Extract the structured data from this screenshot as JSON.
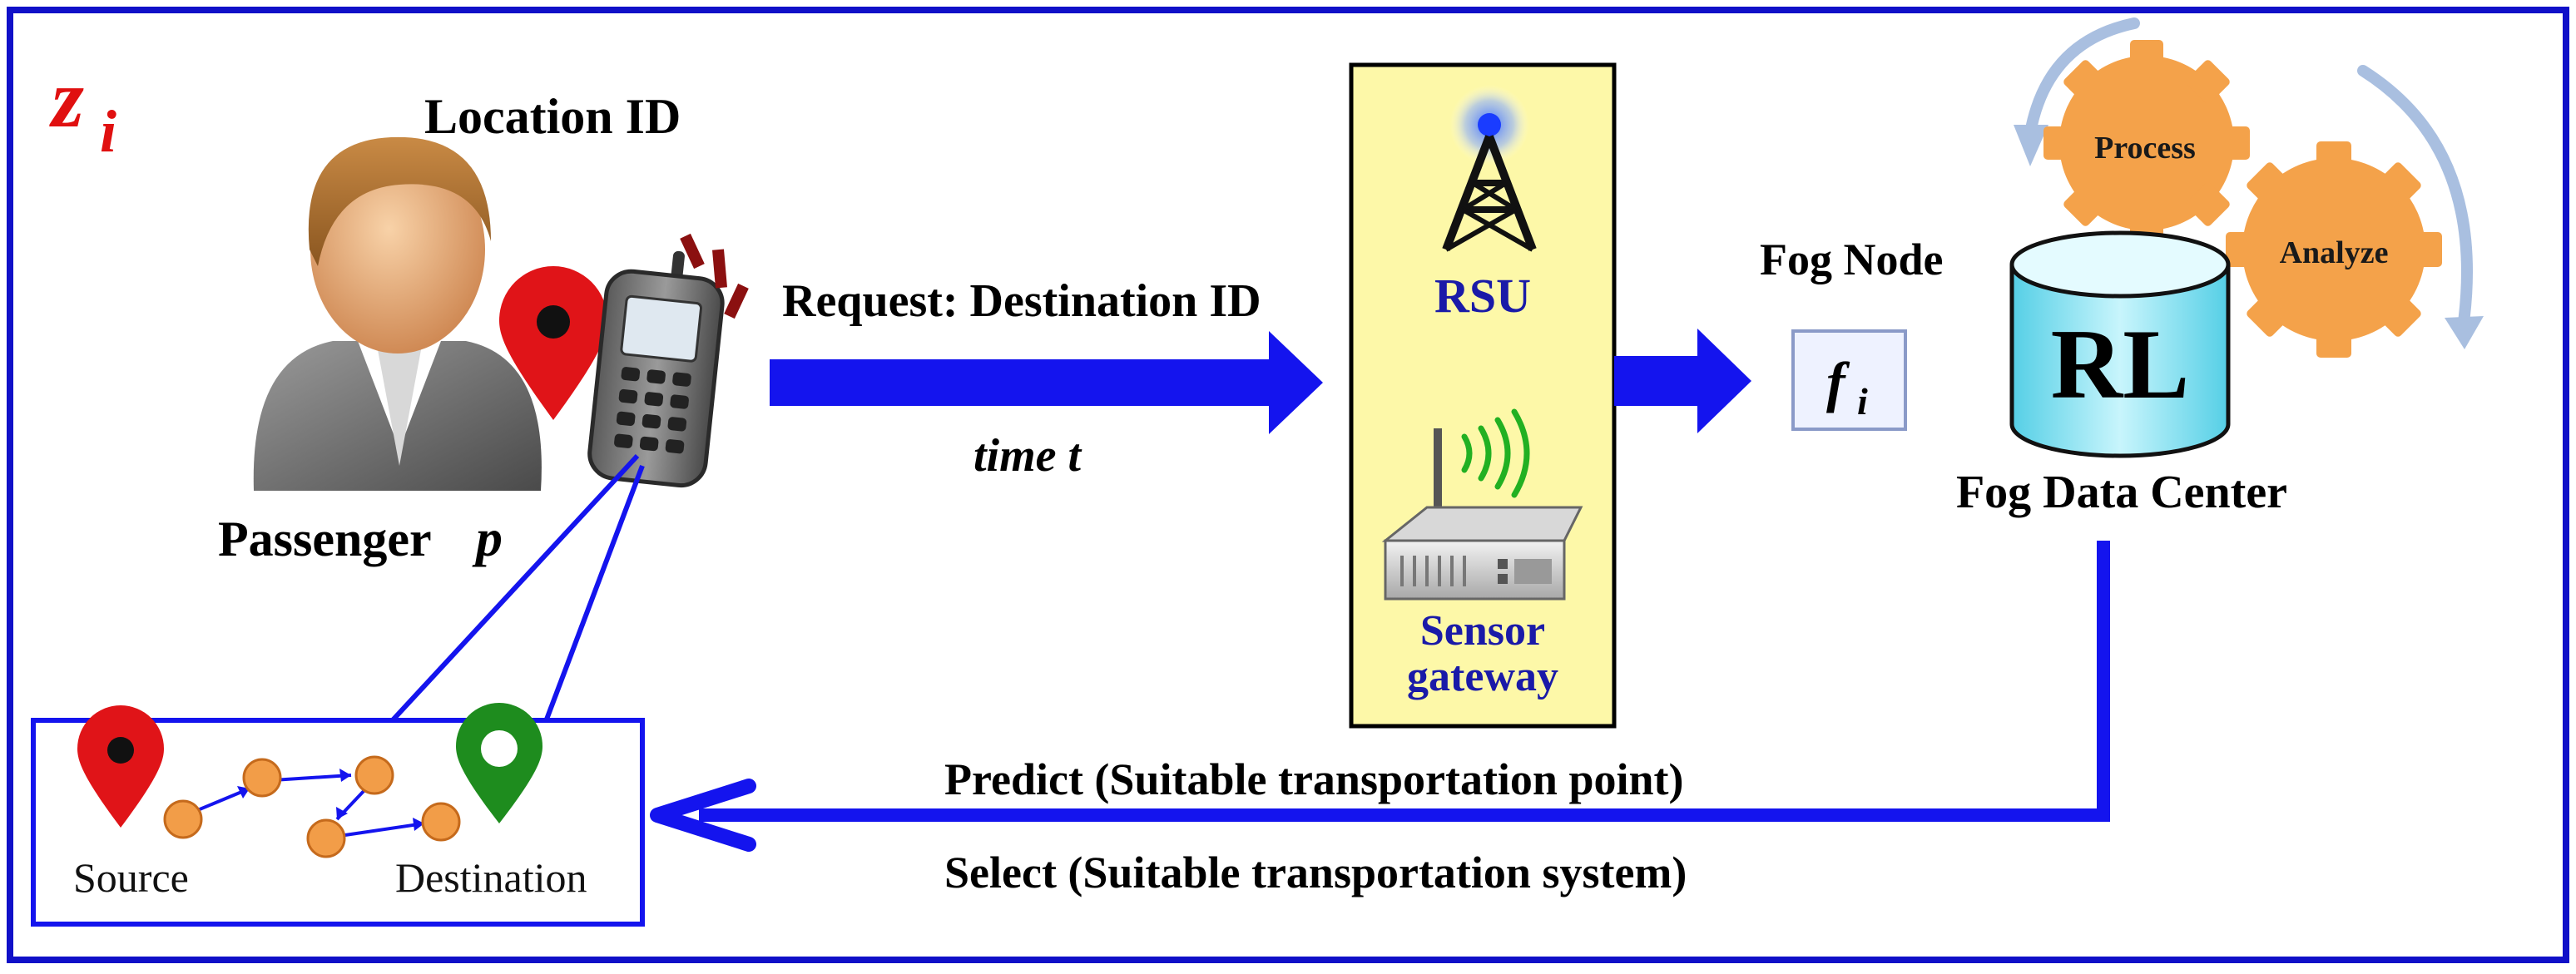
{
  "zone_label": {
    "main": "z",
    "sub": "i"
  },
  "passenger": {
    "location_label": "Location ID",
    "name_prefix": "Passenger",
    "name_var": "p"
  },
  "request": {
    "label": "Request: Destination ID",
    "time_label": "time t"
  },
  "rsu_panel": {
    "rsu_label": "RSU",
    "gateway_line1": "Sensor",
    "gateway_line2": "gateway"
  },
  "fog_node": {
    "label": "Fog Node",
    "symbol_main": "f",
    "symbol_sub": "i"
  },
  "fog_data_center": {
    "label": "Fog Data Center",
    "db_label": "RL",
    "gear_process": "Process",
    "gear_analyze": "Analyze"
  },
  "route_inset": {
    "source_label": "Source",
    "destination_label": "Destination"
  },
  "response": {
    "predict_label": "Predict (Suitable transportation point)",
    "select_label": "Select  (Suitable transportation system)"
  },
  "colors": {
    "frame": "#1010c8",
    "arrow": "#1414ee",
    "rsu_panel_fill": "#fdf8a8",
    "label_blue": "#1a1aa8",
    "zone_red": "#e01010",
    "gear": "#f4a24a",
    "node_orange": "#f29d48",
    "pin_red": "#e01418",
    "pin_green": "#1e8c1e",
    "db_cyan": "#7fdff0"
  }
}
